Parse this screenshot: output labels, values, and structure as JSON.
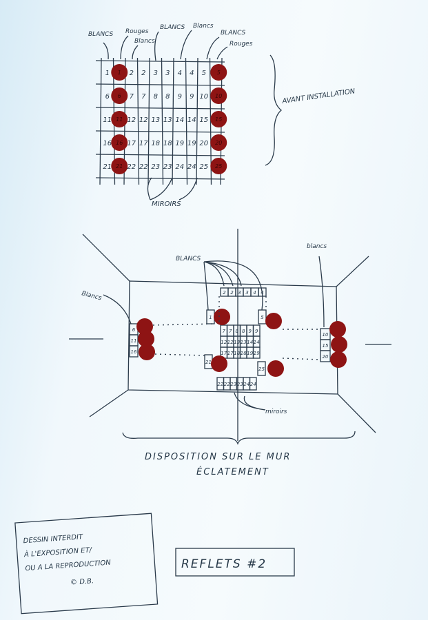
{
  "top_grid": {
    "labels": [
      "BLANCS",
      "Rouges",
      "Blancs",
      "BLANCS",
      "Blancs",
      "BLANCS",
      "Rouges"
    ],
    "rows": [
      [
        "1",
        "1",
        "2",
        "2",
        "3",
        "3",
        "4",
        "4",
        "5",
        "5"
      ],
      [
        "6",
        "6",
        "7",
        "7",
        "8",
        "8",
        "9",
        "9",
        "10",
        "10"
      ],
      [
        "11",
        "11",
        "12",
        "12",
        "13",
        "13",
        "14",
        "14",
        "15",
        "15"
      ],
      [
        "16",
        "16",
        "17",
        "17",
        "18",
        "18",
        "19",
        "19",
        "20",
        "20"
      ],
      [
        "21",
        "21",
        "22",
        "22",
        "23",
        "23",
        "24",
        "24",
        "25",
        "25"
      ]
    ],
    "red_columns": [
      1,
      9
    ],
    "brace_label": "AVANT INSTALLATION",
    "mirrors_label": "MIROIRS"
  },
  "wall": {
    "label_center": "BLANCS",
    "label_left": "Blancs",
    "label_right": "blancs",
    "mirrors_label": "miroirs",
    "top_cells": [
      "2",
      "2",
      "3",
      "3",
      "4",
      "4"
    ],
    "center_rows": [
      [
        "7",
        "7",
        "8",
        "8",
        "9",
        "9"
      ],
      [
        "12",
        "12",
        "13",
        "13",
        "14",
        "14"
      ],
      [
        "17",
        "17",
        "18",
        "18",
        "19",
        "19"
      ]
    ],
    "bottom_cells": [
      "22",
      "22",
      "23",
      "23",
      "24",
      "24"
    ],
    "left_cells": [
      "6",
      "11",
      "16"
    ],
    "right_cells": [
      "10",
      "15",
      "20"
    ],
    "singles": [
      "1",
      "5",
      "21",
      "25"
    ],
    "caption": "DISPOSITION SUR LE MUR",
    "subcaption": "ÉCLATEMENT"
  },
  "notice": {
    "lines": [
      "DESSIN INTERDIT",
      "À L'EXPOSITION ET/",
      "OU A LA REPRODUCTION",
      "© D.B."
    ]
  },
  "title": "REFLETS #2",
  "colors": {
    "ink": "#2b3b4b",
    "red": "#8e1414",
    "paper": "#f1f8fc"
  }
}
